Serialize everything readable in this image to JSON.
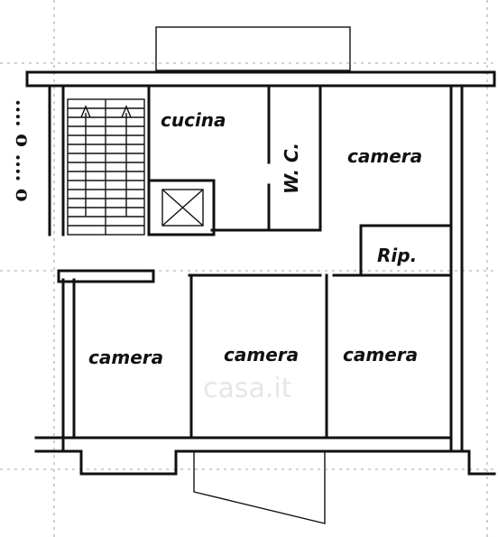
{
  "rooms": {
    "cucina": "cucina",
    "wc": "W. C.",
    "camera_top_right": "camera",
    "ripostiglio": "Rip.",
    "camera_bottom_left": "camera",
    "camera_bottom_center": "camera",
    "camera_bottom_right": "camera"
  },
  "watermark": "casa.it",
  "margin_text": ".... o .... o"
}
